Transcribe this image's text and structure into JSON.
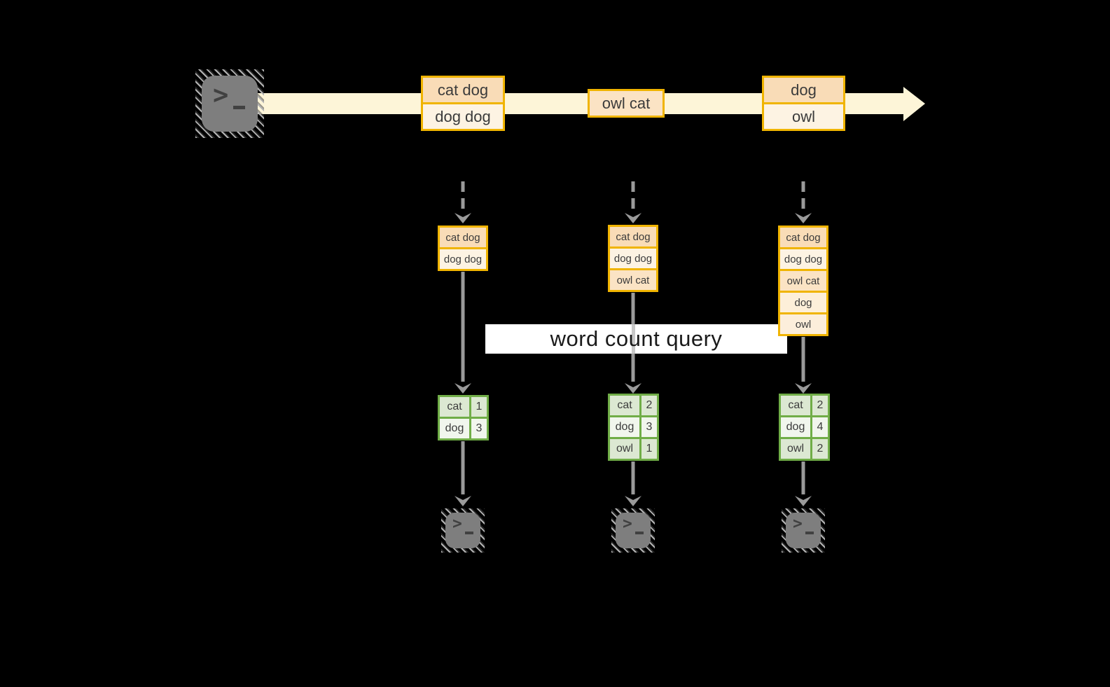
{
  "colors": {
    "background": "#000000",
    "stream_fill": "#fdf5d8",
    "amber_border": "#f0b400",
    "cell_peach": "#f9dcb7",
    "cell_cream": "#fdf3e3",
    "cell_medium": "#fbe3c4",
    "cell_light1": "#fdefd9",
    "cell_light2": "#fceedb",
    "green_border": "#70ad47",
    "green_row_dark": "#dce8d2",
    "green_row_light": "#f1f6ed",
    "grey_connector": "#9a9a9a",
    "terminal_grey": "#7e7e7e",
    "terminal_glyph": "#414141",
    "text_dark": "#3b3b3b",
    "query_band_bg": "#ffffff",
    "query_text": "#1a1a1a"
  },
  "stream": {
    "source_icon": "terminal-icon",
    "batches": [
      {
        "cells": [
          "cat dog",
          "dog dog"
        ]
      },
      {
        "cells": [
          "owl cat"
        ]
      },
      {
        "cells": [
          "dog",
          "owl"
        ]
      }
    ]
  },
  "states": [
    {
      "cells": [
        "cat dog",
        "dog dog"
      ]
    },
    {
      "cells": [
        "cat dog",
        "dog dog",
        "owl cat"
      ]
    },
    {
      "cells": [
        "cat dog",
        "dog dog",
        "owl cat",
        "dog",
        "owl"
      ]
    }
  ],
  "query": {
    "label": "word count query"
  },
  "results": [
    {
      "rows": [
        {
          "word": "cat",
          "count": "1"
        },
        {
          "word": "dog",
          "count": "3"
        }
      ]
    },
    {
      "rows": [
        {
          "word": "cat",
          "count": "2"
        },
        {
          "word": "dog",
          "count": "3"
        },
        {
          "word": "owl",
          "count": "1"
        }
      ]
    },
    {
      "rows": [
        {
          "word": "cat",
          "count": "2"
        },
        {
          "word": "dog",
          "count": "4"
        },
        {
          "word": "owl",
          "count": "2"
        }
      ]
    }
  ],
  "terminal_prompt": ">"
}
